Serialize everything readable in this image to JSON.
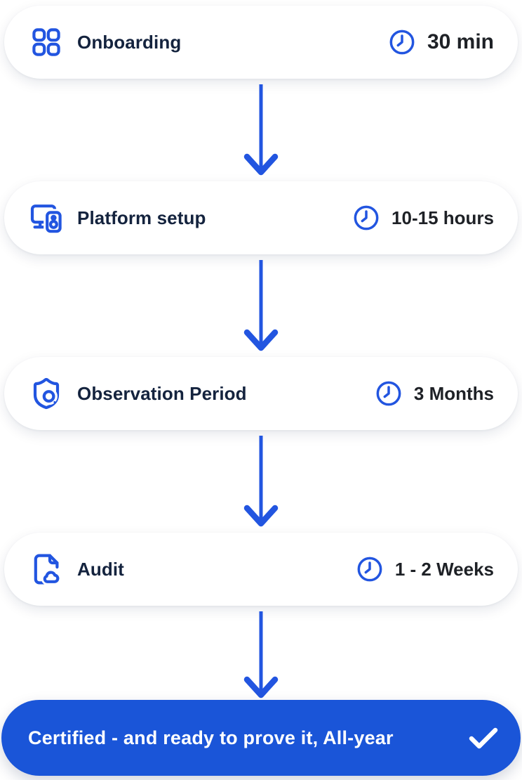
{
  "flow": {
    "steps": [
      {
        "label": "Onboarding",
        "icon": "grid-icon",
        "duration": "30 min"
      },
      {
        "label": "Platform setup",
        "icon": "devices-icon",
        "duration": "10-15 hours"
      },
      {
        "label": "Observation Period",
        "icon": "shield-search-icon",
        "duration": "3 Months"
      },
      {
        "label": "Audit",
        "icon": "file-cloud-icon",
        "duration": "1 - 2 Weeks"
      }
    ],
    "result": {
      "label": "Certified - and ready to prove it, All-year",
      "icon": "check-icon"
    },
    "colors": {
      "accent_blue": "#2255E0",
      "result_background": "#1A55D8",
      "label_text": "#14233E",
      "duration_text": "#1E2126",
      "card_background": "#FFFFFF"
    }
  }
}
